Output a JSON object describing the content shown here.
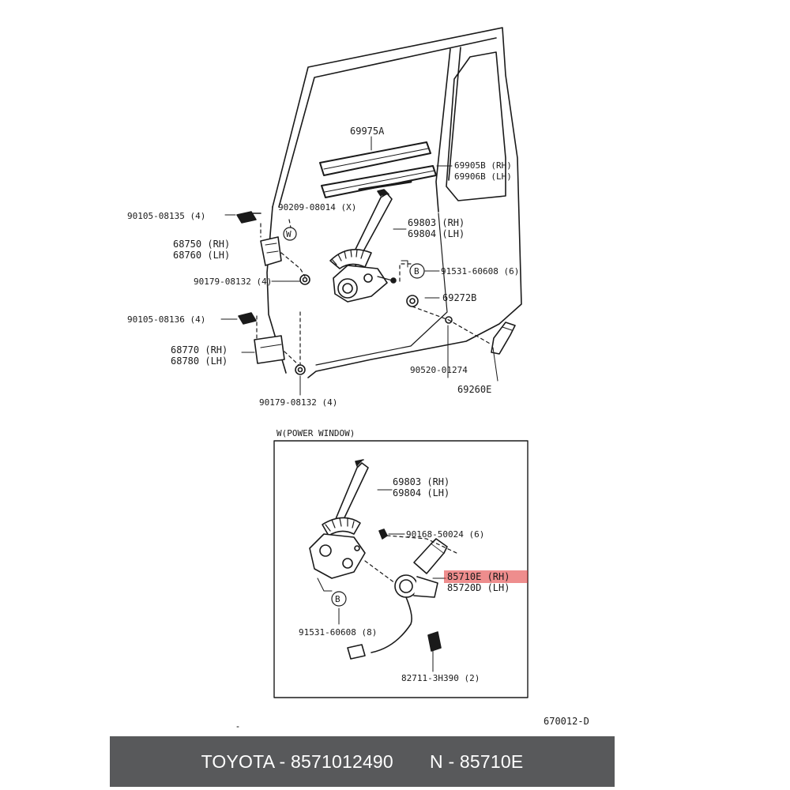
{
  "diagram": {
    "upper": {
      "labels": {
        "p69975A": "69975A",
        "p69905B": "69905B (RH)",
        "p69906B": "69906B (LH)",
        "p90105_08135": "90105-08135 (4)",
        "p90209_08014": "90209-08014 (X)",
        "p69803": "69803 (RH)",
        "p69804": "69804 (LH)",
        "p68750": "68750 (RH)",
        "p68760": "68760 (LH)",
        "p91531_60608": "91531-60608 (6)",
        "p90179_08132a": "90179-08132 (4)",
        "p69272B": "69272B",
        "p90105_08136": "90105-08136 (4)",
        "p68770": "68770 (RH)",
        "p68780": "68780 (LH)",
        "p90520_01274": "90520-01274",
        "p69260E": "69260E",
        "p90179_08132b": "90179-08132 (4)",
        "markerW": "W",
        "markerB": "B"
      }
    },
    "inset": {
      "title": "W(POWER WINDOW)",
      "labels": {
        "p69803": "69803 (RH)",
        "p69804": "69804 (LH)",
        "p90168_50024": "90168-50024 (6)",
        "p85710E": "85710E (RH)",
        "p85720D": "85720D (LH)",
        "p91531_60608": "91531-60608 (8)",
        "p82711_3H390": "82711-3H390 (2)",
        "markerB": "B"
      },
      "highlight_color": "#e03030"
    },
    "code": "670012-D"
  },
  "footer": {
    "text": "TOYOTA - 8571012490       N - 85710E",
    "background": "#58595b"
  }
}
